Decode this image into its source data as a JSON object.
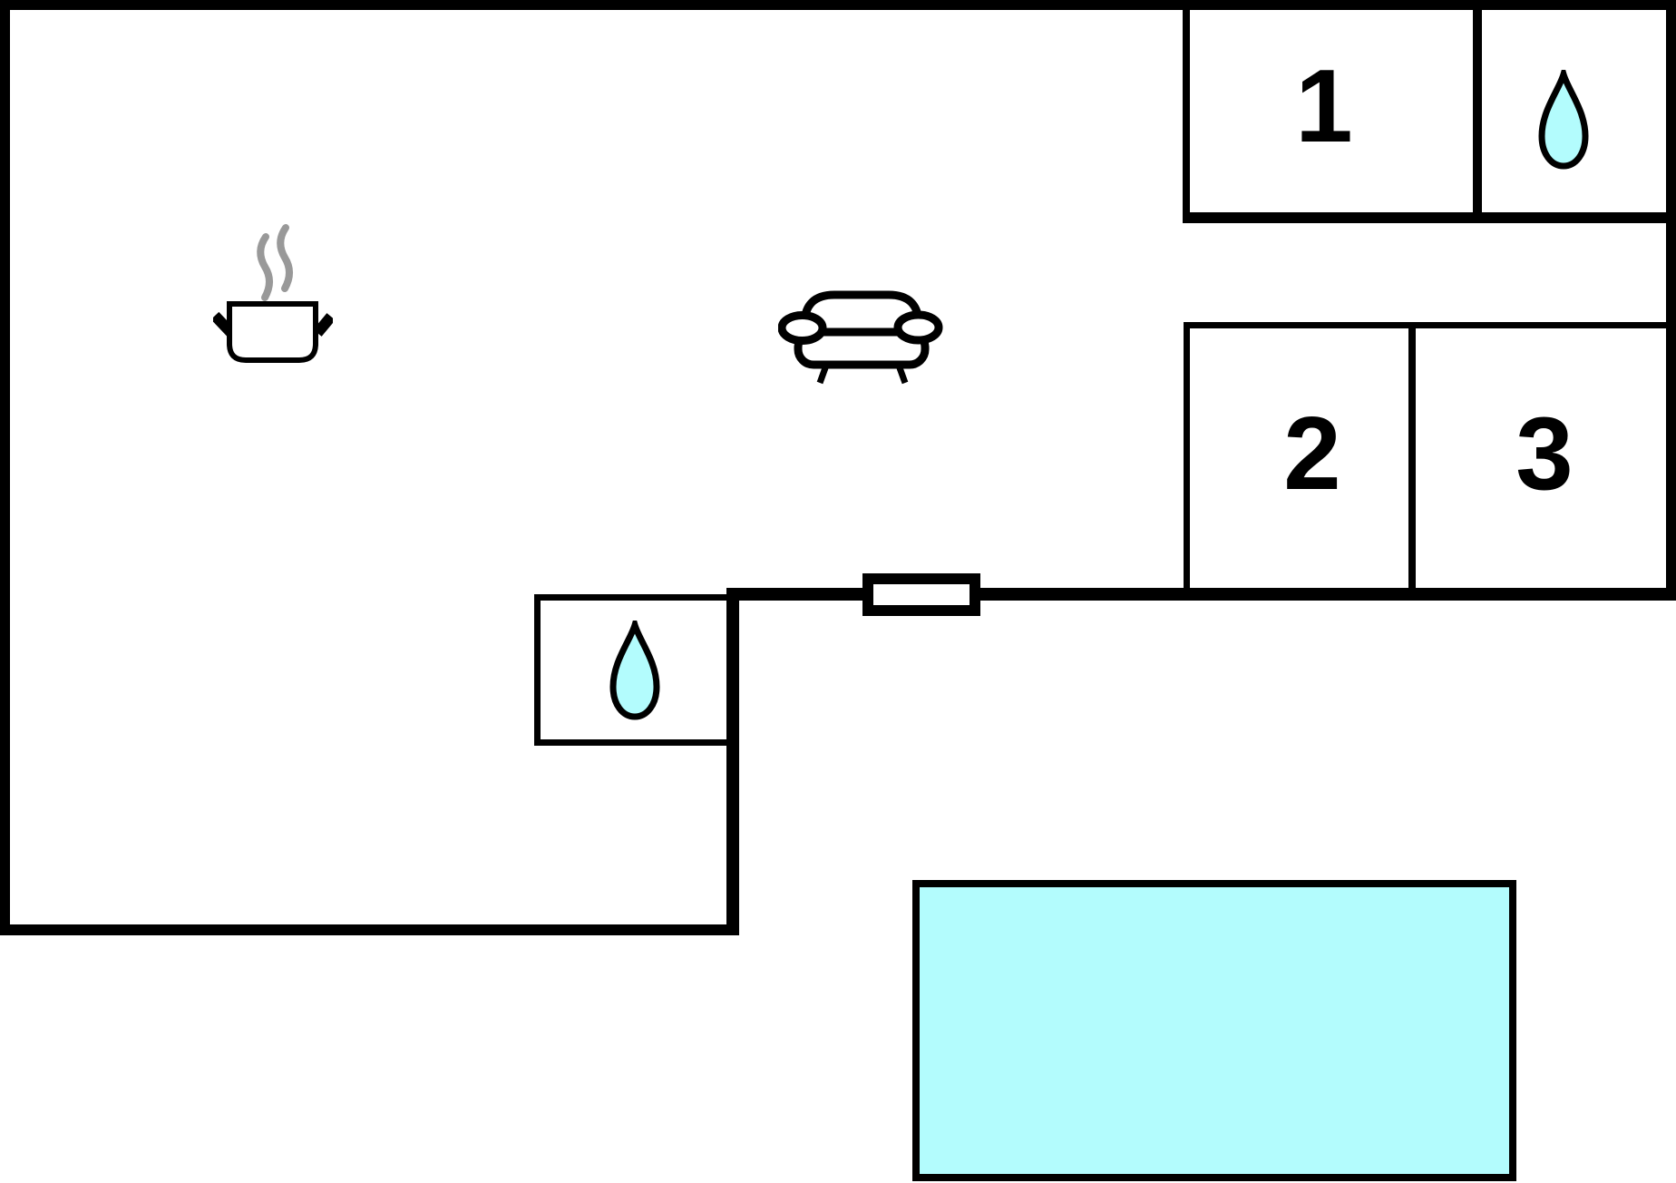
{
  "colors": {
    "wall": "#000000",
    "background": "#ffffff",
    "water": "#b3fcfd",
    "steam": "#999999",
    "label": "#000000"
  },
  "rooms": {
    "room1_label": "1",
    "room2_label": "2",
    "room3_label": "3"
  },
  "icons": [
    "water-drop-icon",
    "water-drop-icon",
    "cooking-pot-icon",
    "sofa-icon",
    "window-marker",
    "pool-area"
  ]
}
